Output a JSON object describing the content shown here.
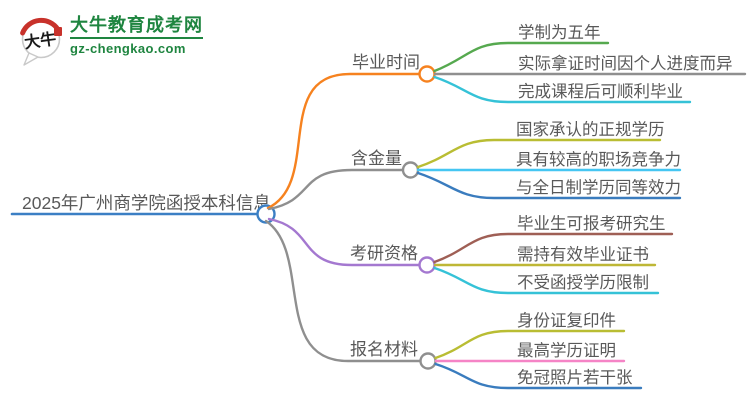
{
  "logo": {
    "icon_text": "大牛",
    "title": "大牛教育成考网",
    "url": "gz-chengkao.com",
    "green": "#1f8540",
    "red": "#c8322b",
    "bubble_border": "#c9c9c9",
    "ink": "#1a1a1a"
  },
  "root": {
    "label": "2025年广州商学院函授本科信息",
    "color": "#3b7fc4",
    "text_color": "#595959"
  },
  "branches": [
    {
      "label": "毕业时间",
      "color": "#f6821f",
      "children": [
        {
          "label": "学制为五年",
          "color": "#56a94f"
        },
        {
          "label": "实际拿证时间因个人进度而异",
          "color": "#8f8f8f"
        },
        {
          "label": "完成课程后可顺利毕业",
          "color": "#35c2d7"
        }
      ]
    },
    {
      "label": "含金量",
      "color": "#8f8f8f",
      "children": [
        {
          "label": "国家承认的正规学历",
          "color": "#b9bd33"
        },
        {
          "label": "具有较高的职场竞争力",
          "color": "#45c6f2"
        },
        {
          "label": "与全日制学历同等效力",
          "color": "#3a7cbe"
        }
      ]
    },
    {
      "label": "考研资格",
      "color": "#a478d0",
      "children": [
        {
          "label": "毕业生可报考研究生",
          "color": "#9f5f55"
        },
        {
          "label": "需持有效毕业证书",
          "color": "#beb736"
        },
        {
          "label": "不受函授学历限制",
          "color": "#35c2d7"
        }
      ]
    },
    {
      "label": "报名材料",
      "color": "#8f8f8f",
      "children": [
        {
          "label": "身份证复印件",
          "color": "#b9bd33"
        },
        {
          "label": "最高学历证明",
          "color": "#f584c6"
        },
        {
          "label": "免冠照片若干张",
          "color": "#3a7cbe"
        }
      ]
    }
  ]
}
